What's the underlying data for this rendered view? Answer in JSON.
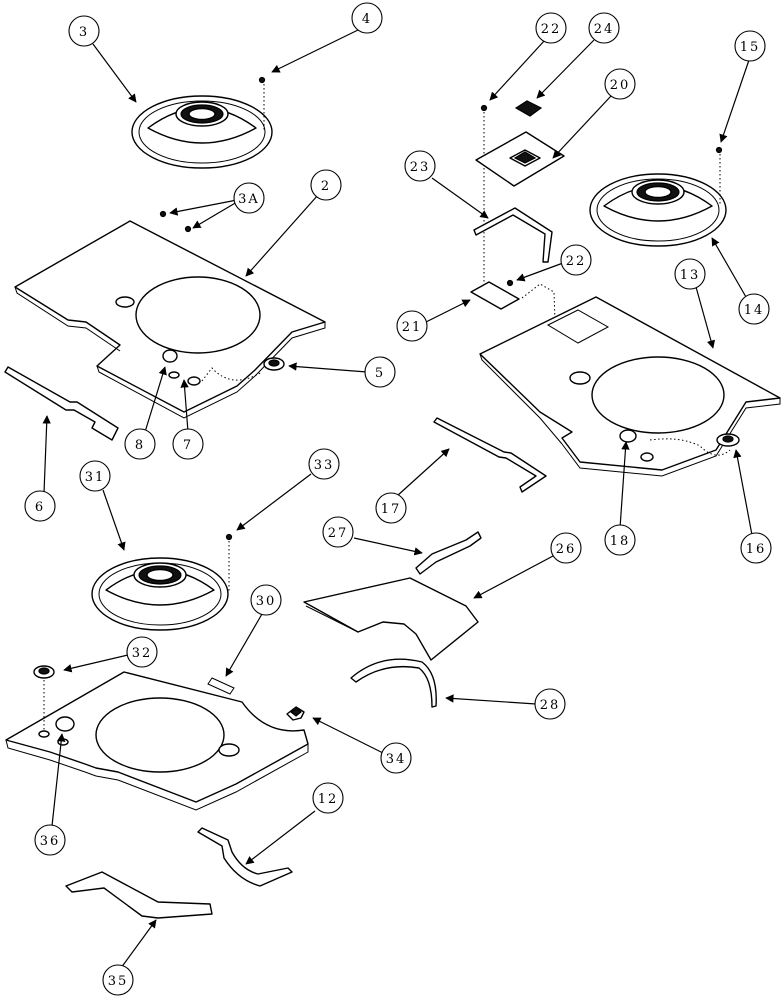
{
  "diagram": {
    "callouts": [
      {
        "id": "c3",
        "label": "3"
      },
      {
        "id": "c4",
        "label": "4"
      },
      {
        "id": "c3a",
        "label": "3A"
      },
      {
        "id": "c2",
        "label": "2"
      },
      {
        "id": "c5",
        "label": "5"
      },
      {
        "id": "c6",
        "label": "6"
      },
      {
        "id": "c7",
        "label": "7"
      },
      {
        "id": "c8",
        "label": "8"
      },
      {
        "id": "c22a",
        "label": "22"
      },
      {
        "id": "c24",
        "label": "24"
      },
      {
        "id": "c20",
        "label": "20"
      },
      {
        "id": "c15",
        "label": "15"
      },
      {
        "id": "c23",
        "label": "23"
      },
      {
        "id": "c22b",
        "label": "22"
      },
      {
        "id": "c21",
        "label": "21"
      },
      {
        "id": "c13",
        "label": "13"
      },
      {
        "id": "c14",
        "label": "14"
      },
      {
        "id": "c17",
        "label": "17"
      },
      {
        "id": "c18",
        "label": "18"
      },
      {
        "id": "c16",
        "label": "16"
      },
      {
        "id": "c31",
        "label": "31"
      },
      {
        "id": "c33",
        "label": "33"
      },
      {
        "id": "c27",
        "label": "27"
      },
      {
        "id": "c26",
        "label": "26"
      },
      {
        "id": "c30",
        "label": "30"
      },
      {
        "id": "c32",
        "label": "32"
      },
      {
        "id": "c28",
        "label": "28"
      },
      {
        "id": "c34",
        "label": "34"
      },
      {
        "id": "c36",
        "label": "36"
      },
      {
        "id": "c12",
        "label": "12"
      },
      {
        "id": "c35",
        "label": "35"
      }
    ]
  }
}
